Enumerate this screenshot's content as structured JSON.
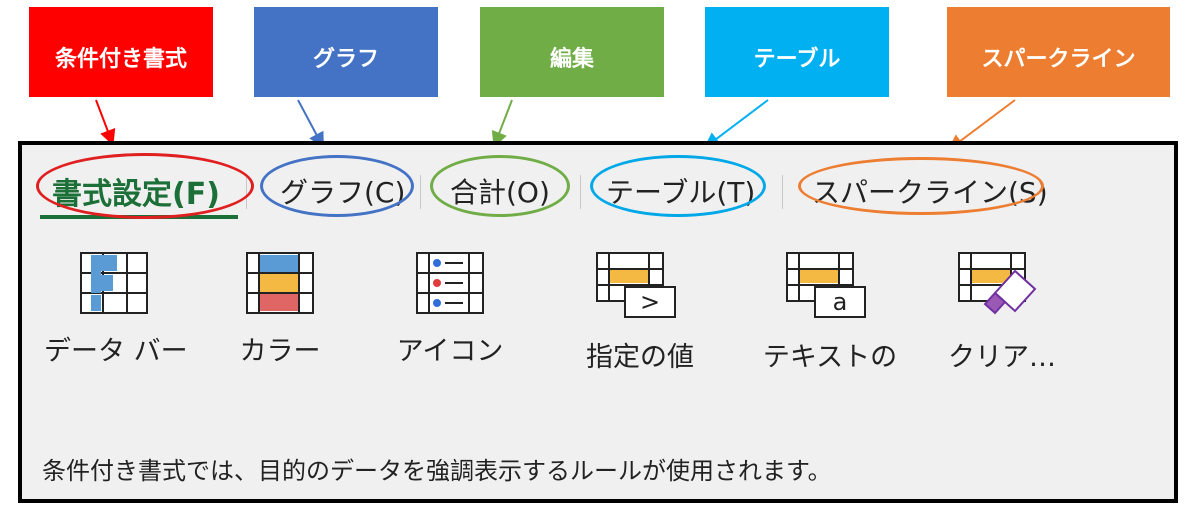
{
  "callouts": [
    {
      "label": "条件付き書式",
      "color": "#ff0000"
    },
    {
      "label": "グラフ",
      "color": "#4472c4"
    },
    {
      "label": "編集",
      "color": "#70ad47"
    },
    {
      "label": "テーブル",
      "color": "#00b0f0"
    },
    {
      "label": "スパークライン",
      "color": "#ed7d31"
    }
  ],
  "tabs": [
    {
      "label": "書式設定(F)",
      "active": true
    },
    {
      "label": "グラフ(C)"
    },
    {
      "label": "合計(O)"
    },
    {
      "label": "テーブル(T)"
    },
    {
      "label": "スパークライン(S)"
    }
  ],
  "tools": [
    {
      "label": "データ バー",
      "icon": "data-bar-icon"
    },
    {
      "label": "カラー",
      "icon": "color-scale-icon"
    },
    {
      "label": "アイコン",
      "icon": "icon-set-icon"
    },
    {
      "label": "指定の値",
      "icon": "greater-than-icon"
    },
    {
      "label": "テキストの",
      "icon": "text-contains-icon"
    },
    {
      "label": "クリア…",
      "icon": "clear-format-icon"
    }
  ],
  "description": "条件付き書式では、目的のデータを強調表示するルールが使用されます。",
  "colors": {
    "active_tab": "#1b6f37",
    "panel_bg": "#f0f0f0"
  }
}
